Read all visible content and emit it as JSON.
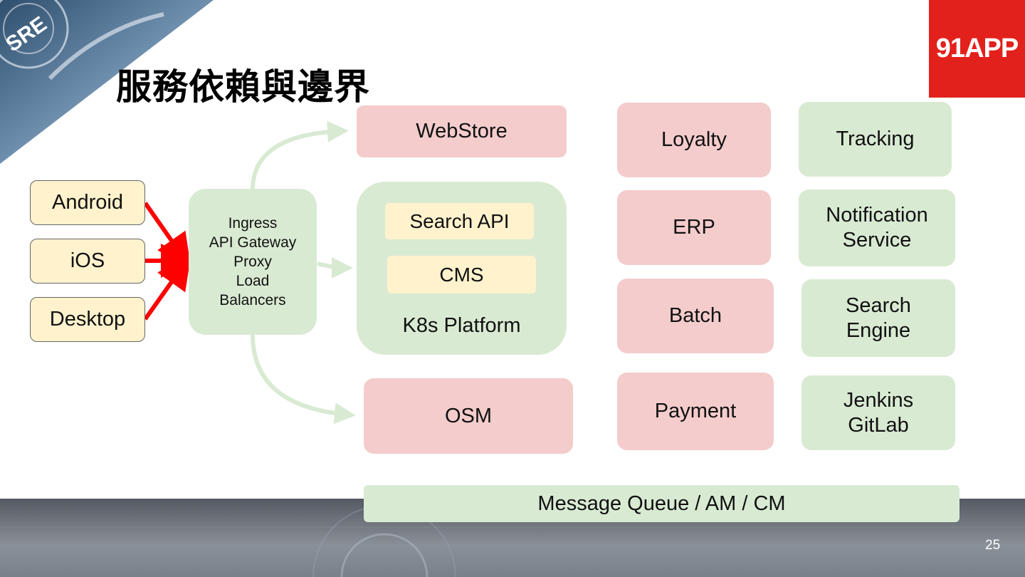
{
  "slide": {
    "title": "服務依賴與邊界",
    "badge_text": "SRE",
    "logo_text": "91APP",
    "page_number": "25"
  },
  "clients": [
    "Android",
    "iOS",
    "Desktop"
  ],
  "gateway": {
    "lines": [
      "Ingress",
      "API Gateway",
      "Proxy",
      "Load",
      "Balancers"
    ]
  },
  "webstore": "WebStore",
  "k8s": {
    "label": "K8s Platform",
    "services": [
      "Search API",
      "CMS"
    ]
  },
  "osm": "OSM",
  "core_services": [
    "Loyalty",
    "ERP",
    "Batch",
    "Payment"
  ],
  "platform_services": [
    {
      "line1": "Tracking",
      "line2": ""
    },
    {
      "line1": "Notification",
      "line2": "Service"
    },
    {
      "line1": "Search",
      "line2": "Engine"
    },
    {
      "line1": "Jenkins",
      "line2": "GitLab"
    }
  ],
  "message_bar": "Message Queue / AM / CM",
  "colors": {
    "client_fill": "#fff2cc",
    "gateway_fill": "#d9ead3",
    "core_fill": "#f4cccc",
    "arrow_red": "#ff0000",
    "arrow_green": "#d9ead3",
    "logo_red": "#e3211c"
  }
}
